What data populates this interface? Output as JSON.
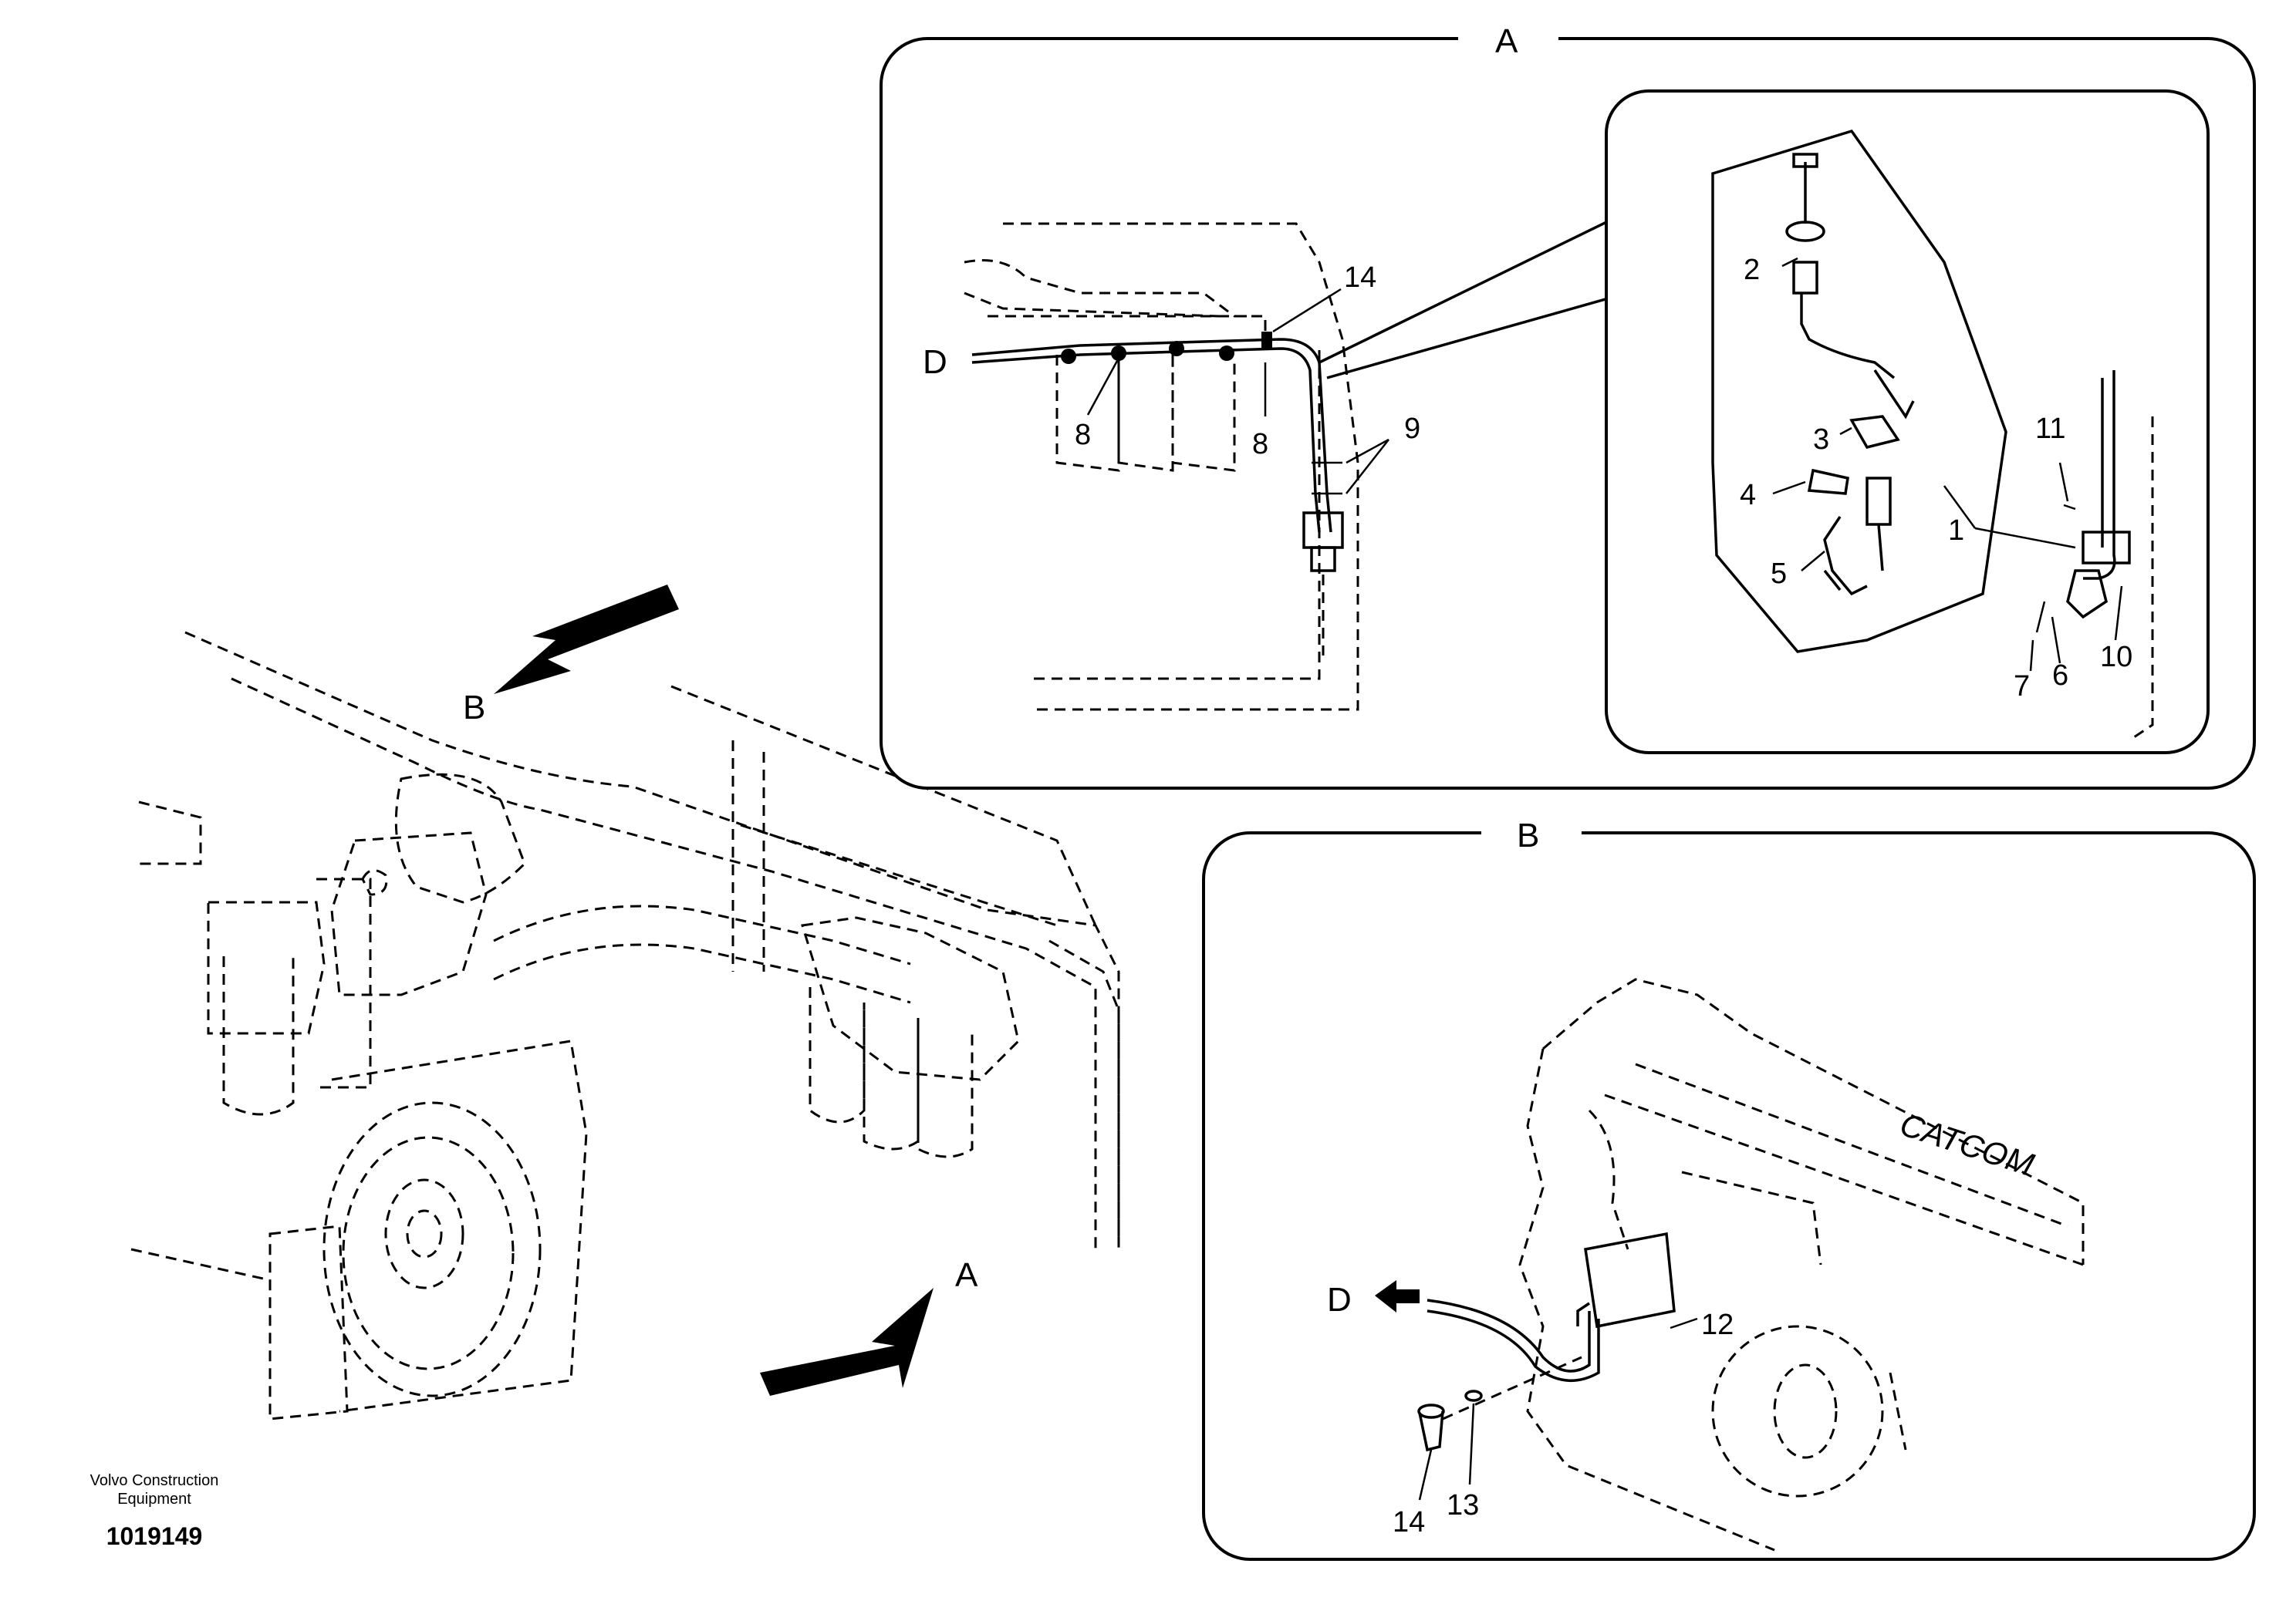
{
  "callouts": {
    "a_title": "A",
    "a_d": "D",
    "a_14": "14",
    "a_8_left": "8",
    "a_8_right": "8",
    "a_9": "9",
    "a_2": "2",
    "a_3": "3",
    "a_4": "4",
    "a_5": "5",
    "a_1": "1",
    "a_11": "11",
    "a_7": "7",
    "a_6": "6",
    "a_10": "10",
    "b_title": "B",
    "b_d": "D",
    "b_12": "12",
    "b_14": "14",
    "b_13": "13",
    "main_b": "B",
    "main_a": "A"
  },
  "engine_text": "CATCOM",
  "footer": {
    "brand_line1": "Volvo Construction",
    "brand_line2": "Equipment",
    "doc_number": "1019149"
  }
}
